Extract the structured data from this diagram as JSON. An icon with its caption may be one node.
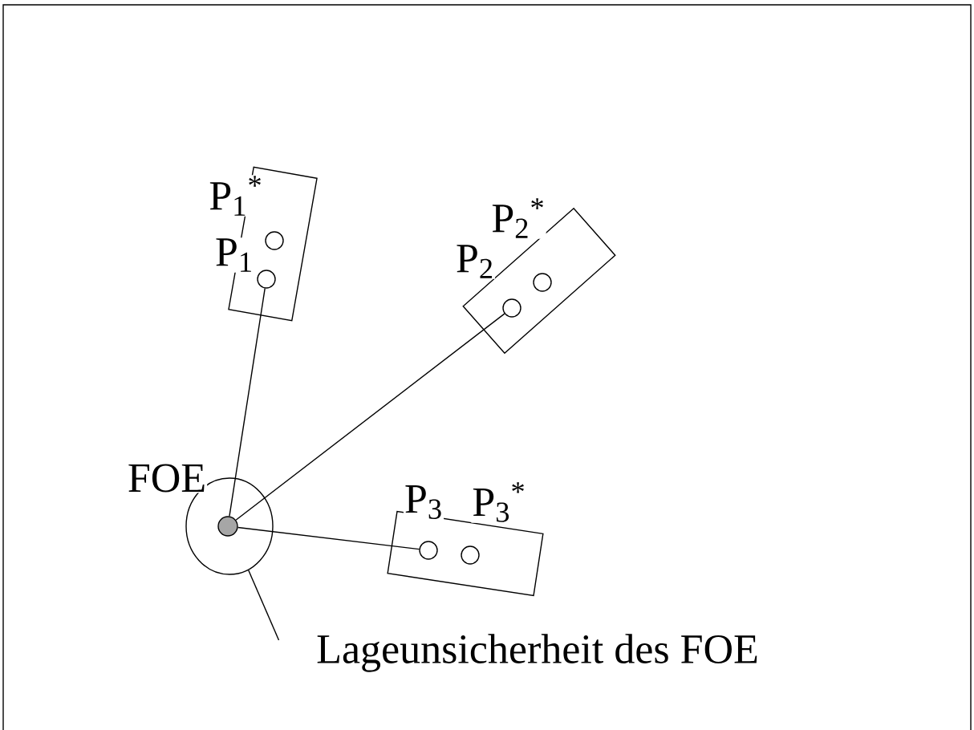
{
  "diagram": {
    "nodes": [
      {
        "text": [],
        "shape": "box"
      },
      {
        "text": [],
        "shape": "circle",
        "in": 0,
        "beside": [
          "P$_{1}$$^{*}$"
        ]
      },
      {
        "text": [],
        "shape": "circle",
        "in": 0,
        "beside": [
          "P$_{1}$"
        ]
      },
      {
        "text": [],
        "shape": "box"
      },
      {
        "text": [],
        "shape": "circle",
        "in": 3,
        "beside": [
          "P$_{2}$"
        ]
      },
      {
        "text": [],
        "shape": "circle",
        "in": 3,
        "beside": [
          "P$_{2}$$^{*}$"
        ]
      },
      {
        "text": [],
        "shape": "box"
      },
      {
        "text": [],
        "shape": "circle",
        "in": 6,
        "beside": [
          "P$_{3}$"
        ]
      },
      {
        "text": [],
        "shape": "circle",
        "in": 6,
        "beside": [
          "P$_{3}$$^{*}$"
        ]
      },
      {
        "text": [],
        "shape": "ellipse",
        "beside": [
          "FOE"
        ]
      },
      {
        "text": [],
        "shape": "dot",
        "in": 9
      },
      {
        "text": [
          "Lageunsicherheit des FOE"
        ]
      }
    ],
    "edges": [
      {
        "from": 10,
        "to": 2,
        "arrow": "none"
      },
      {
        "from": 10,
        "to": 4,
        "arrow": "none"
      },
      {
        "from": 10,
        "to": 7,
        "arrow": "none"
      },
      {
        "from": 11,
        "to": 9,
        "arrow": "none"
      }
    ]
  }
}
